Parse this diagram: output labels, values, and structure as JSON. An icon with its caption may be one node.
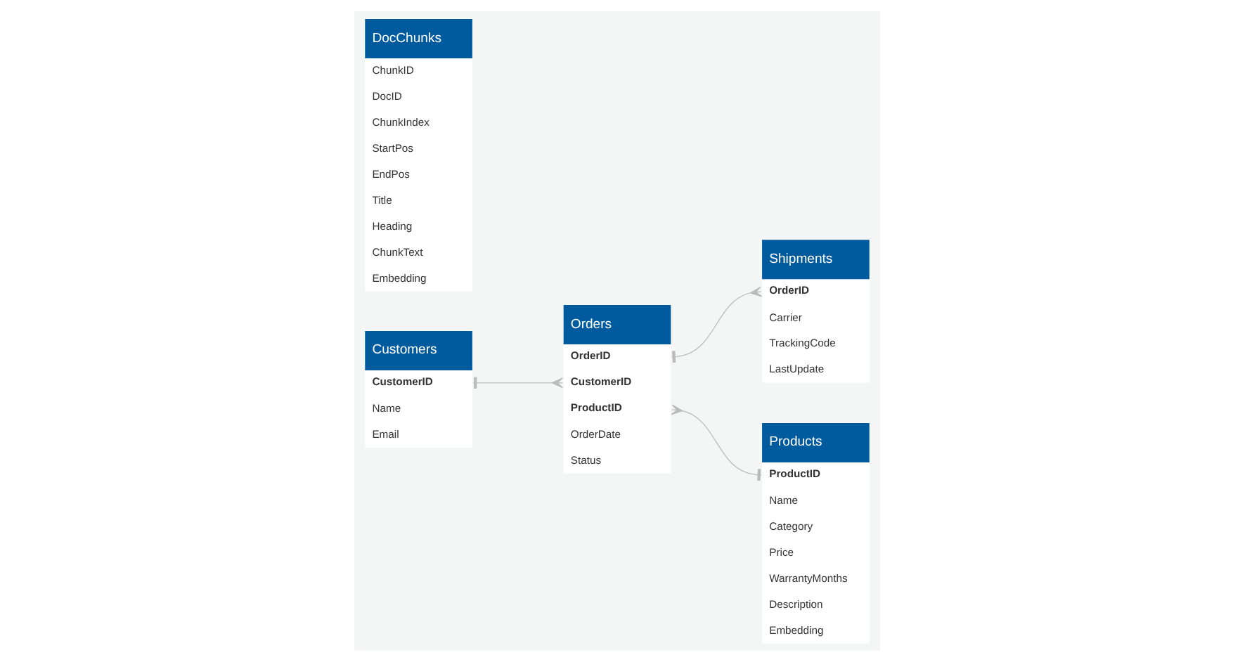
{
  "diagram": {
    "nodes": [
      {
        "text": [
          "Customers",
          "CustomerID",
          "Name",
          "Email"
        ]
      },
      {
        "text": [
          "Orders",
          "OrderID",
          "CustomerID",
          "ProductID",
          "OrderDate",
          "Status"
        ]
      },
      {
        "text": [
          "Shipments",
          "OrderID",
          "Carrier",
          "TrackingCode",
          "LastUpdate"
        ]
      },
      {
        "text": [
          "Products",
          "ProductID",
          "Name",
          "Category",
          "Price",
          "WarrantyMonths",
          "Description",
          "Embedding"
        ]
      },
      {
        "text": [
          "DocChunks",
          "ChunkID",
          "DocID",
          "ChunkIndex",
          "StartPos",
          "EndPos",
          "Title",
          "Heading",
          "ChunkText",
          "Embedding"
        ]
      }
    ],
    "edges": [
      {
        "from": 0,
        "to": 1,
        "arrow": "other"
      },
      {
        "from": 1,
        "to": 2,
        "arrow": "other"
      },
      {
        "from": 3,
        "to": 1,
        "arrow": "other"
      }
    ]
  }
}
